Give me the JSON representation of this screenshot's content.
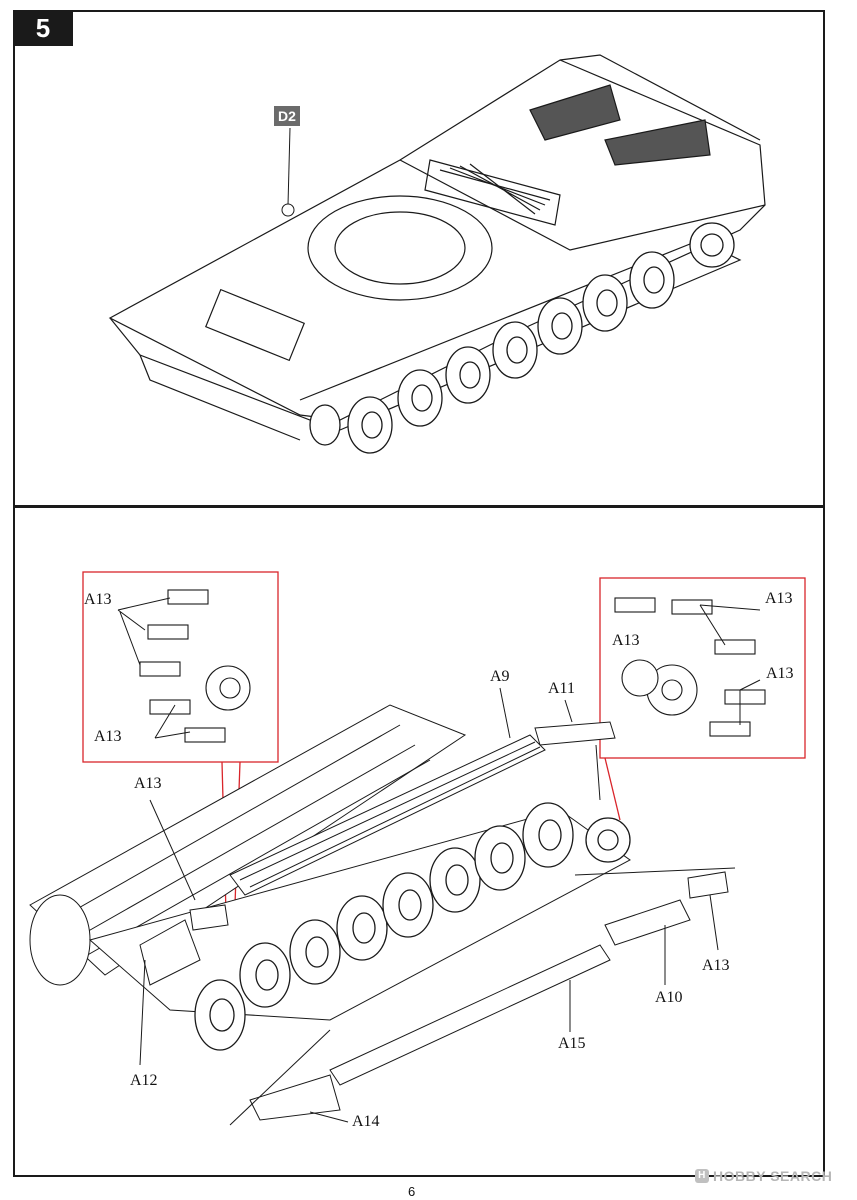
{
  "step": {
    "number": "5"
  },
  "top_panel": {
    "part_tag": "D2"
  },
  "bottom_panel": {
    "labels": {
      "a13_top_left": "A13",
      "a13_mid_left": "A13",
      "a13_left": "A13",
      "a9": "A9",
      "a11": "A11",
      "a13_right_top": "A13",
      "a13_right_left": "A13",
      "a13_right_mid": "A13",
      "a13_lower_right": "A13",
      "a10": "A10",
      "a15": "A15",
      "a12": "A12",
      "a14": "A14"
    }
  },
  "footer": {
    "page_number": "6",
    "watermark": "HOBBY SEARCH",
    "watermark_logo": "H"
  },
  "colors": {
    "ink": "#1a1a1a",
    "detail_box": "#d9252b",
    "tag_bg": "#6b6b6b"
  }
}
